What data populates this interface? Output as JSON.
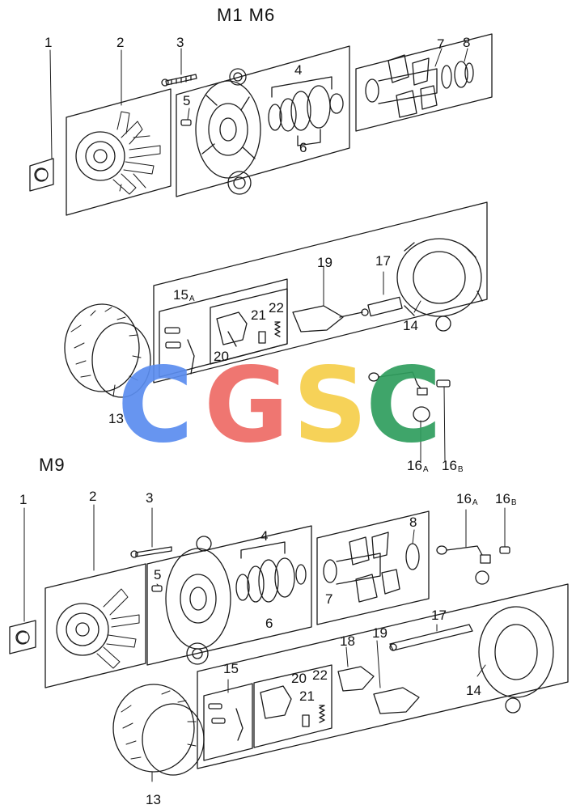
{
  "headings": {
    "top": "M1 M6",
    "bottom": "M9"
  },
  "top_callouts": [
    {
      "id": "t1",
      "text": "1"
    },
    {
      "id": "t2",
      "text": "2"
    },
    {
      "id": "t3",
      "text": "3"
    },
    {
      "id": "t4",
      "text": "4"
    },
    {
      "id": "t5",
      "text": "5"
    },
    {
      "id": "t6",
      "text": "6"
    },
    {
      "id": "t7",
      "text": "7"
    },
    {
      "id": "t8",
      "text": "8"
    },
    {
      "id": "t13",
      "text": "13"
    },
    {
      "id": "t14",
      "text": "14"
    },
    {
      "id": "t15",
      "text": "15",
      "sub": "A"
    },
    {
      "id": "t16a",
      "text": "16",
      "sub": "A"
    },
    {
      "id": "t16b",
      "text": "16",
      "sub": "B"
    },
    {
      "id": "t17",
      "text": "17"
    },
    {
      "id": "t19",
      "text": "19"
    },
    {
      "id": "t20",
      "text": "20"
    },
    {
      "id": "t21",
      "text": "21"
    },
    {
      "id": "t22",
      "text": "22"
    }
  ],
  "bottom_callouts": [
    {
      "id": "b1",
      "text": "1"
    },
    {
      "id": "b2",
      "text": "2"
    },
    {
      "id": "b3",
      "text": "3"
    },
    {
      "id": "b4",
      "text": "4"
    },
    {
      "id": "b5",
      "text": "5"
    },
    {
      "id": "b6",
      "text": "6"
    },
    {
      "id": "b7",
      "text": "7"
    },
    {
      "id": "b8",
      "text": "8"
    },
    {
      "id": "b13",
      "text": "13"
    },
    {
      "id": "b14",
      "text": "14"
    },
    {
      "id": "b15",
      "text": "15"
    },
    {
      "id": "b16a",
      "text": "16",
      "sub": "A"
    },
    {
      "id": "b16b",
      "text": "16",
      "sub": "B"
    },
    {
      "id": "b17",
      "text": "17"
    },
    {
      "id": "b18",
      "text": "18"
    },
    {
      "id": "b19",
      "text": "19"
    },
    {
      "id": "b20",
      "text": "20"
    },
    {
      "id": "b21",
      "text": "21"
    },
    {
      "id": "b22",
      "text": "22"
    }
  ],
  "watermark": {
    "letters": [
      {
        "char": "C",
        "color": "#5b8def"
      },
      {
        "char": "G",
        "color": "#ee6b66"
      },
      {
        "char": "S",
        "color": "#f6cf4a"
      },
      {
        "char": "C",
        "color": "#2f9e5e"
      }
    ]
  },
  "colors": {
    "line": "#1a1a1a"
  }
}
